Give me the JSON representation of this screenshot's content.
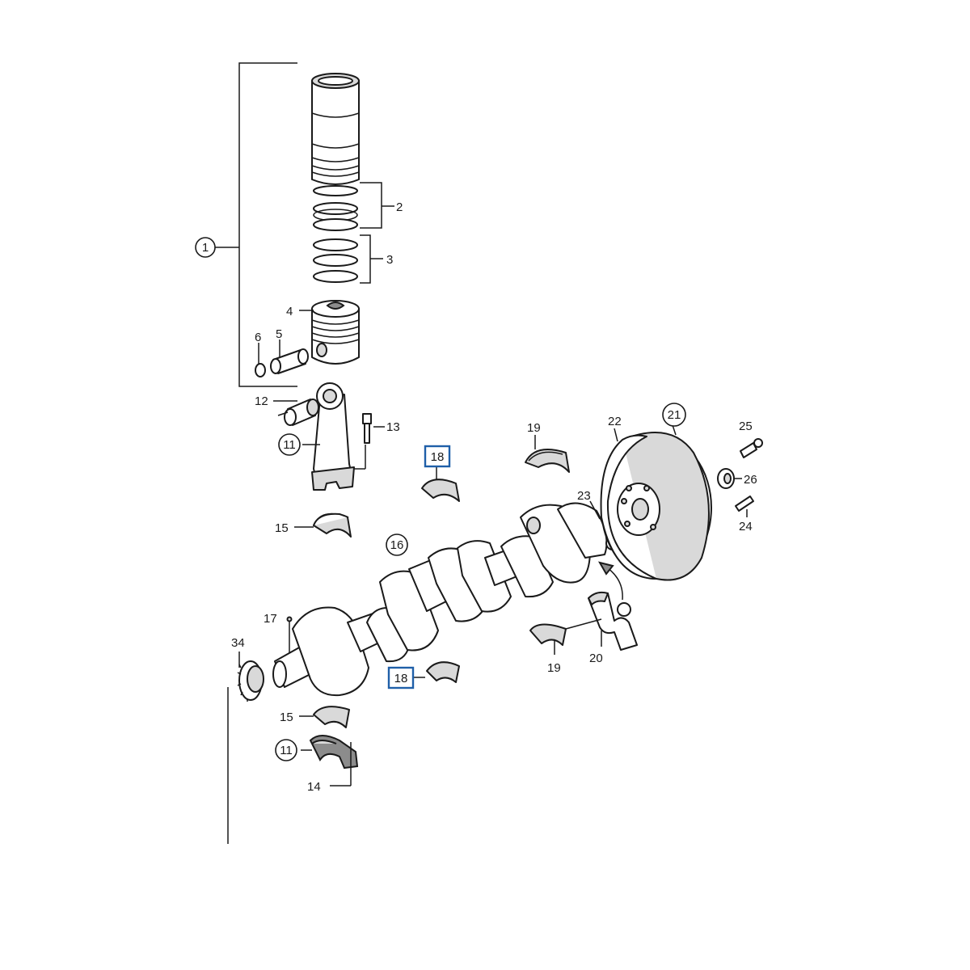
{
  "diagram": {
    "accent_color": "#1f5fa8",
    "callouts": {
      "c1": "1",
      "c2": "2",
      "c3": "3",
      "c4": "4",
      "c5": "5",
      "c6": "6",
      "c11a": "11",
      "c11b": "11",
      "c12": "12",
      "c13": "13",
      "c14": "14",
      "c15a": "15",
      "c15b": "15",
      "c16": "16",
      "c17": "17",
      "c18a": "18",
      "c18b": "18",
      "c19a": "19",
      "c19b": "19",
      "c20": "20",
      "c21": "21",
      "c22": "22",
      "c23": "23",
      "c24": "24",
      "c25": "25",
      "c26": "26",
      "c34": "34"
    }
  }
}
